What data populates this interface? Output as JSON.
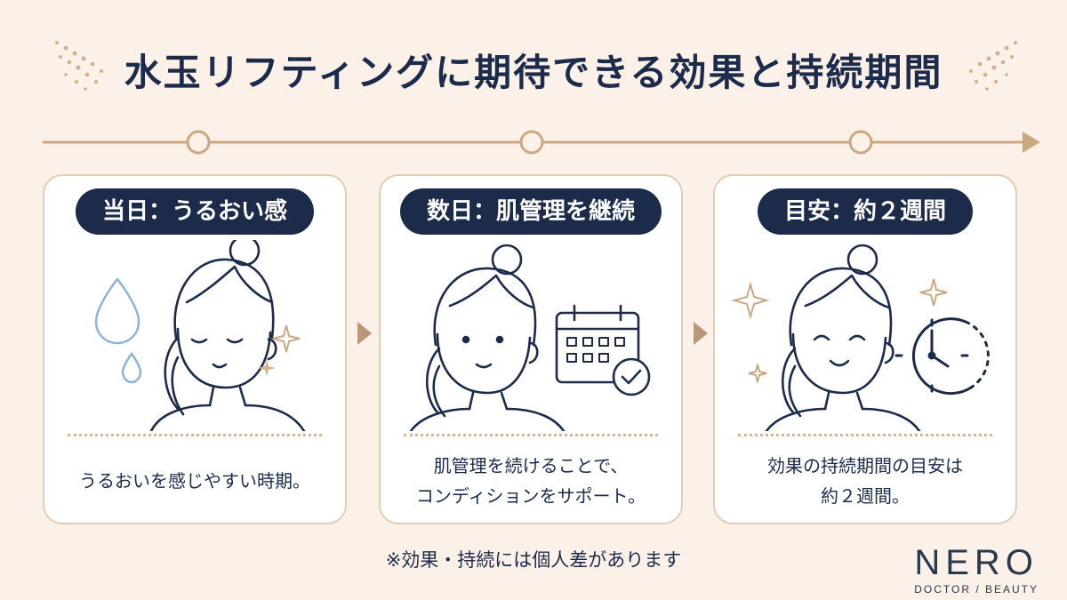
{
  "title": "水玉リフティングに期待できる効果と持続期間",
  "steps": [
    {
      "label": "当日：うるおい感",
      "desc_lines": [
        "うるおいを感じやすい時期。"
      ],
      "illustration": "water-drop-icon"
    },
    {
      "label": "数日：肌管理を継続",
      "desc_lines": [
        "肌管理を続けることで、",
        "コンディションをサポート。"
      ],
      "illustration": "calendar-check-icon"
    },
    {
      "label": "目安：約２週間",
      "desc_lines": [
        "効果の持続期間の目安は",
        "約２週間。"
      ],
      "illustration": "clock-icon"
    }
  ],
  "footnote": "※効果・持続には個人差があります",
  "brand": {
    "name": "NERO",
    "sub": "DOCTOR / BEAUTY"
  },
  "colors": {
    "background": "#fbf1e8",
    "navy": "#1c2b4a",
    "gold": "#c9a883",
    "card_border": "#e3cdb4",
    "water_blue": "#8eb3d6"
  }
}
